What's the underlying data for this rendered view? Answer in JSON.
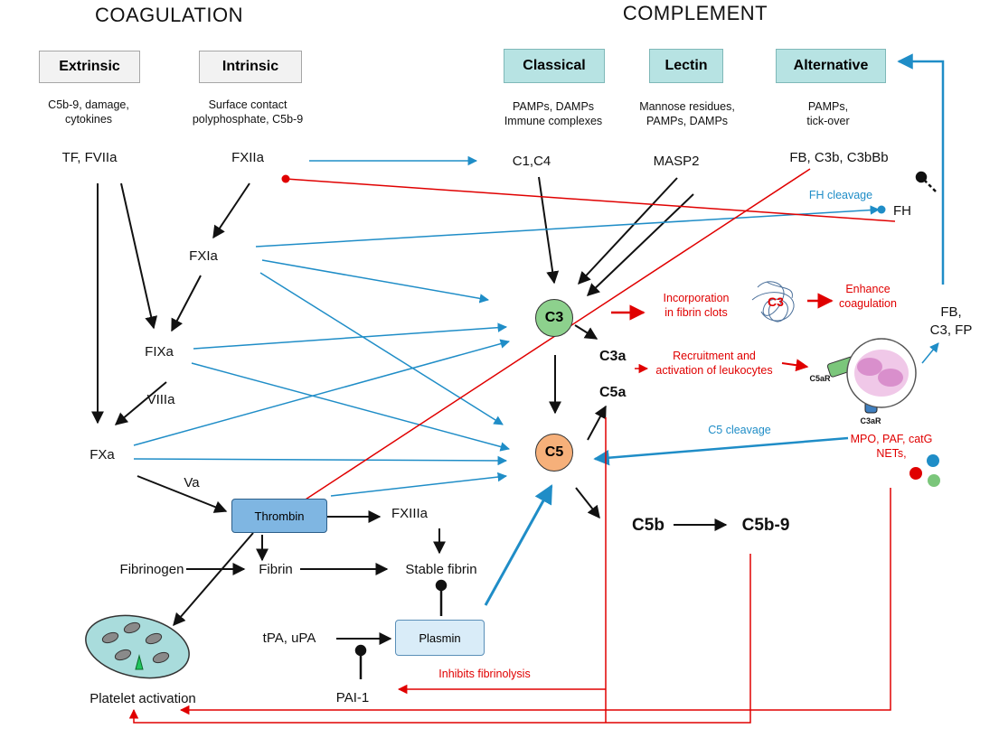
{
  "titles": {
    "coagulation": "COAGULATION",
    "complement": "COMPLEMENT"
  },
  "pathways": {
    "extrinsic": {
      "label": "Extrinsic",
      "triggers": [
        "C5b-9, damage,",
        "cytokines"
      ]
    },
    "intrinsic": {
      "label": "Intrinsic",
      "triggers": [
        "Surface contact",
        "polyphosphate, C5b-9"
      ]
    },
    "classical": {
      "label": "Classical",
      "triggers": [
        "PAMPs, DAMPs",
        "Immune complexes"
      ]
    },
    "lectin": {
      "label": "Lectin",
      "triggers": [
        "Mannose residues,",
        "PAMPs, DAMPs"
      ]
    },
    "alternative": {
      "label": "Alternative",
      "triggers": [
        "PAMPs,",
        "tick-over"
      ]
    }
  },
  "nodes": {
    "tf_fviia": "TF, FVIIa",
    "fxiia": "FXIIa",
    "fxia": "FXIa",
    "fixa": "FIXa",
    "viiia": "VIIIa",
    "fxa": "FXa",
    "va": "Va",
    "thrombin": "Thrombin",
    "fxiiia": "FXIIIa",
    "fibrinogen": "Fibrinogen",
    "fibrin": "Fibrin",
    "stable_fibrin": "Stable fibrin",
    "plasmin": "Plasmin",
    "tpa_upa": "tPA, uPA",
    "pai1": "PAI-1",
    "platelet_activation": "Platelet activation",
    "c1c4": "C1,C4",
    "masp2": "MASP2",
    "fb_c3b": "FB, C3b, C3bBb",
    "fh": "FH",
    "fh_cleavage": "FH cleavage",
    "c3": "C3",
    "c5": "C5",
    "c3a": "C3a",
    "c5a": "C5a",
    "c5b": "C5b",
    "c5b9": "C5b-9",
    "fb_c3_fp": [
      "FB,",
      "C3, FP"
    ],
    "clot_c3": "C3",
    "c5ar": "C5aR",
    "c3ar": "C3aR",
    "c5_cleavage": "C5 cleavage",
    "mediators": [
      "MPO, PAF,  catG",
      "NETs,"
    ]
  },
  "effects": {
    "incorporation": [
      "Incorporation",
      "in fibrin clots"
    ],
    "enhance": [
      "Enhance",
      "coagulation"
    ],
    "recruitment": [
      "Recruitment and",
      "activation of leukocytes"
    ],
    "inhibits_fibrinolysis": "Inhibits fibrinolysis"
  },
  "colors": {
    "activation": "#111111",
    "crosstalk": "#1f8dc7",
    "inhibition": "#e00000",
    "c3_fill": "#8dd18d",
    "c5_fill": "#f6b07a",
    "thrombin_fill": "#7fb6e2",
    "plasmin_fill": "#d9ecf8"
  }
}
